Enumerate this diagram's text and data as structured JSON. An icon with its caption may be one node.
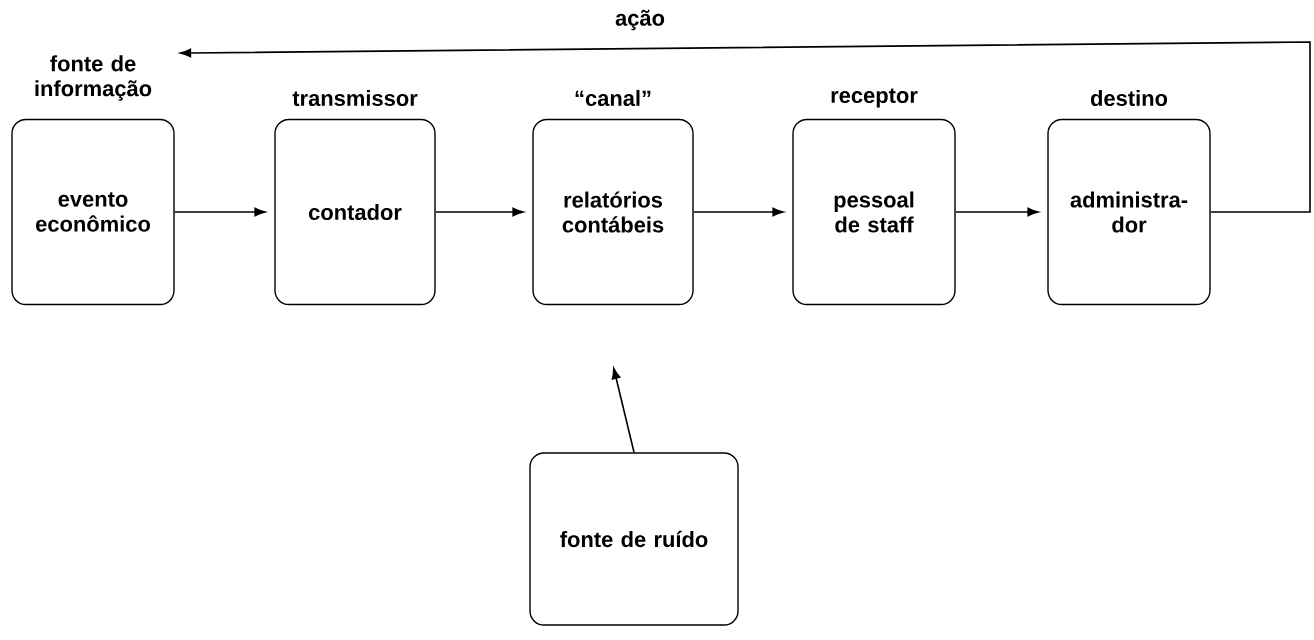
{
  "diagram": {
    "nodes": [
      {
        "text": [
          "fonte de informação",
          "evento econômico"
        ]
      },
      {
        "text": [
          "transmissor",
          "contador"
        ]
      },
      {
        "text": [
          "“canal”",
          "relatórios contábeis"
        ]
      },
      {
        "text": [
          "receptor",
          "pessoal de staff"
        ]
      },
      {
        "text": [
          "destino",
          "administra- dor"
        ]
      },
      {
        "text": [
          "fonte de ruído"
        ]
      }
    ],
    "edges": [
      {
        "from": 0,
        "to": 1,
        "arrow": "to"
      },
      {
        "from": 1,
        "to": 2,
        "arrow": "to"
      },
      {
        "from": 2,
        "to": 3,
        "arrow": "to"
      },
      {
        "from": 3,
        "to": 4,
        "arrow": "to"
      },
      {
        "from": 5,
        "to": 2,
        "arrow": "to"
      },
      {
        "from": 4,
        "to": 0,
        "arrow": "to",
        "label": "ação"
      }
    ]
  }
}
